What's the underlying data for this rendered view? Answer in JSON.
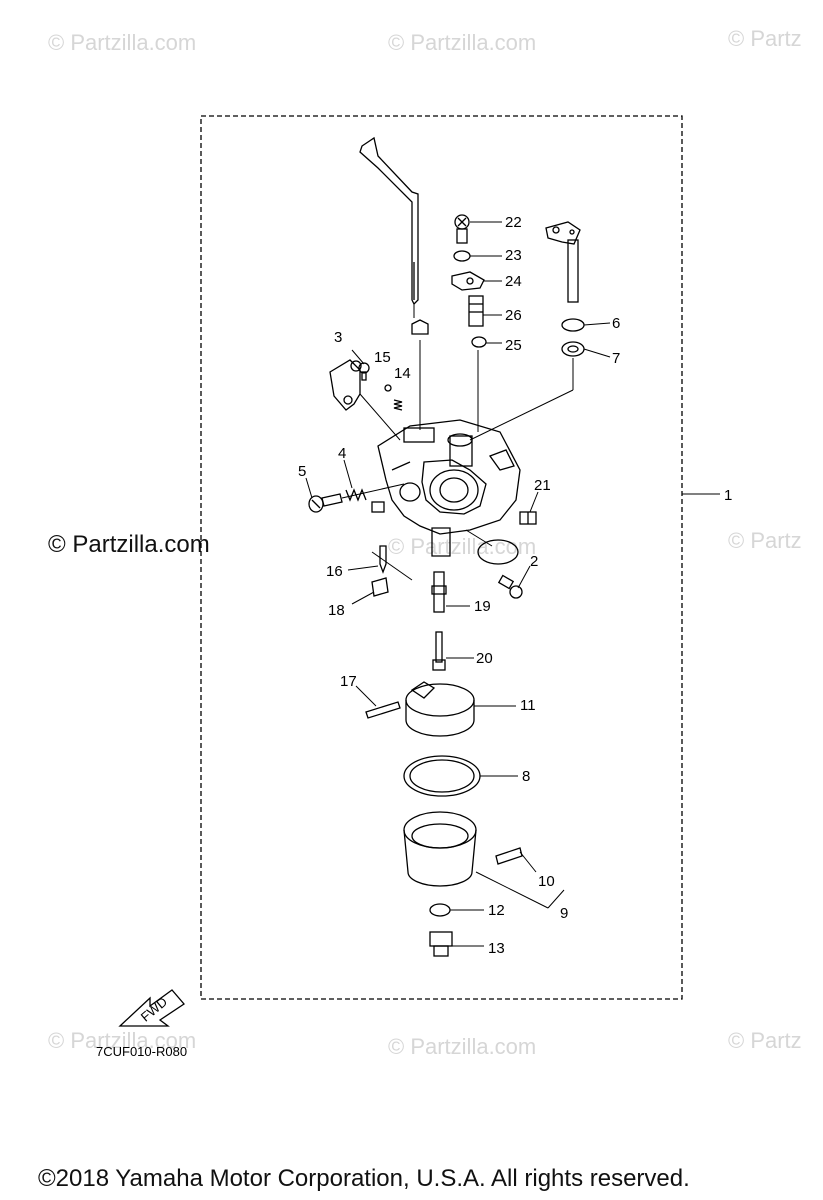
{
  "watermarks": {
    "text": "© Partzilla.com",
    "text_cut": "© Partz"
  },
  "part_numbers": [
    "1",
    "2",
    "3",
    "4",
    "5",
    "6",
    "7",
    "8",
    "9",
    "10",
    "11",
    "12",
    "13",
    "14",
    "15",
    "16",
    "17",
    "18",
    "19",
    "20",
    "21",
    "22",
    "23",
    "24",
    "25",
    "26"
  ],
  "diagram_code": "7CUF010-R080",
  "fwd_label": "FWD",
  "copyright": "©2018  Yamaha Motor Corporation, U.S.A. All rights reserved.",
  "colors": {
    "line": "#000000",
    "watermark": "#d6d6d6",
    "shade": "#cfcfcf"
  }
}
